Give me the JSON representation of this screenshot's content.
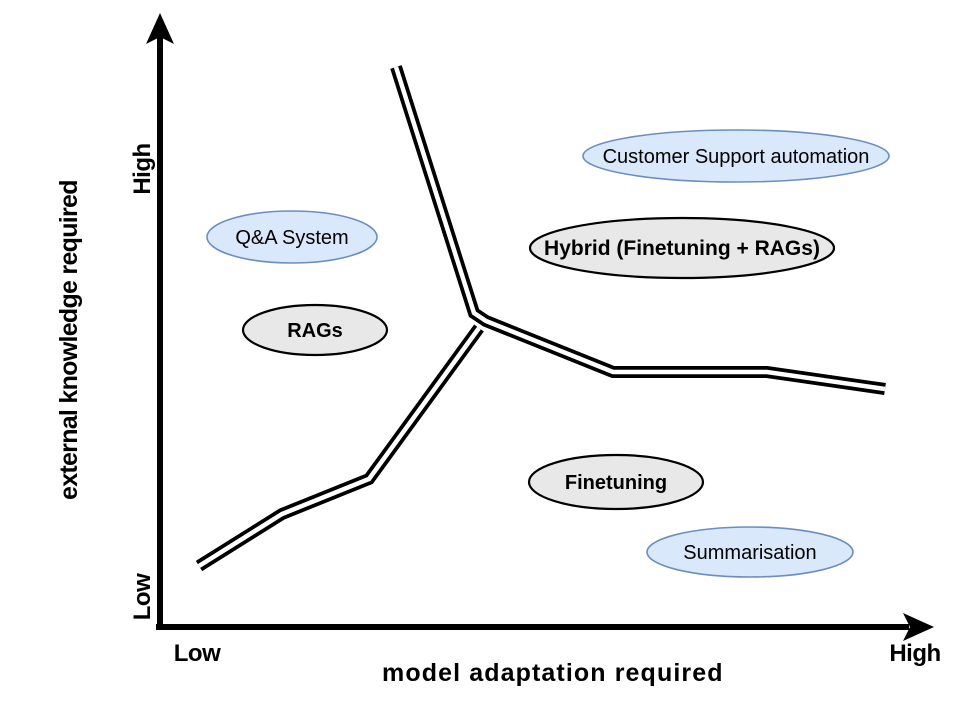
{
  "axes": {
    "x_title": "model adaptation required",
    "x_low": "Low",
    "x_high": "High",
    "y_title": "external knowledge required",
    "y_low": "Low",
    "y_high": "High"
  },
  "nodes": {
    "qa": {
      "label": "Q&A System",
      "type": "use-case"
    },
    "customer_support": {
      "label": "Customer Support automation",
      "type": "use-case"
    },
    "rags": {
      "label": "RAGs",
      "type": "technique"
    },
    "hybrid": {
      "label": "Hybrid (Finetuning + RAGs)",
      "type": "technique"
    },
    "finetuning": {
      "label": "Finetuning",
      "type": "technique"
    },
    "summarisation": {
      "label": "Summarisation",
      "type": "use-case"
    }
  },
  "colors": {
    "use_case_fill": "#dae8fc",
    "use_case_stroke": "#6c8ebf",
    "technique_fill": "#e8e8e8",
    "technique_stroke": "#000000",
    "boundary_line": "#000000",
    "text": "#000000",
    "background": "#ffffff"
  }
}
